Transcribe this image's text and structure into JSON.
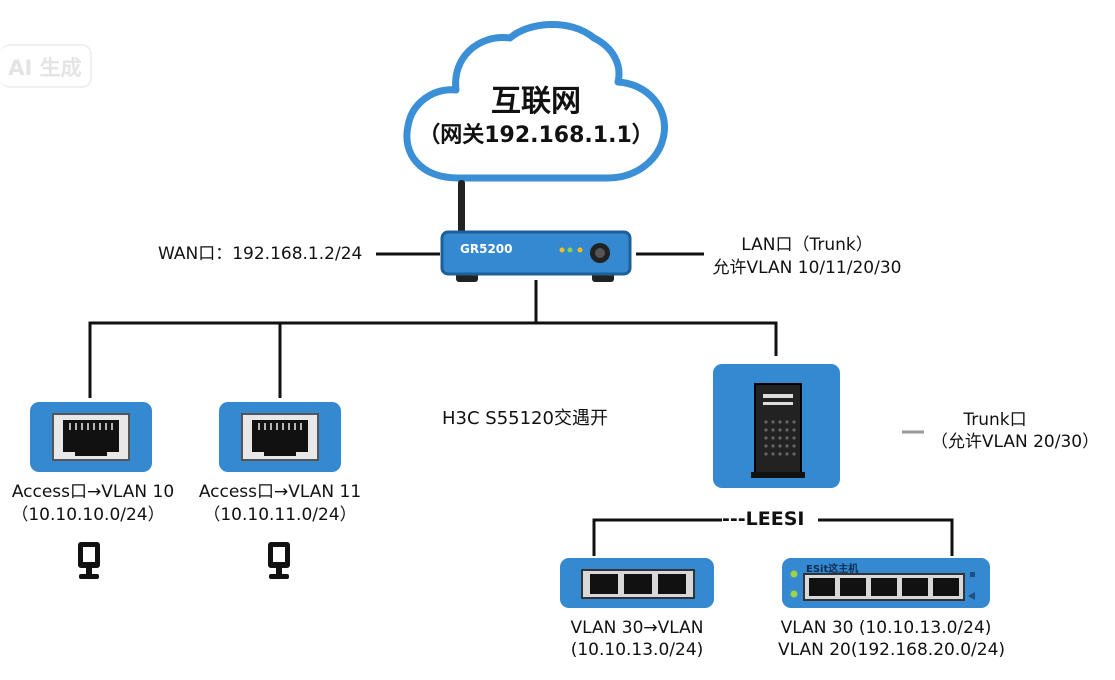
{
  "watermark": "AI 生成",
  "internet": {
    "title": "互联网",
    "subtitle": "（网关192.168.1.1）"
  },
  "router": {
    "model": "GR5200",
    "wan_label": "WAN口：192.168.1.2/24",
    "lan_label_1": "LAN口（Trunk）",
    "lan_label_2": "允许VLAN 10/11/20/30"
  },
  "switch_title": "H3C S55120交遇开",
  "ports": [
    {
      "line1": "Access口→VLAN 10",
      "line2": "（10.10.10.0/24）"
    },
    {
      "line1": "Access口→VLAN 11",
      "line2": "（10.10.11.0/24）"
    }
  ],
  "trunk": {
    "line1": "Trunk口",
    "line2": "（允许VLAN 20/30）"
  },
  "lower_label": "---LEESI",
  "small_switches": [
    {
      "line1": "VLAN 30→VLAN",
      "line2": "(10.10.13.0/24)"
    },
    {
      "badge": "ESit这主机",
      "line1": "VLAN 30 (10.10.13.0/24)",
      "line2": "VLAN 20(192.168.20.0/24)"
    }
  ],
  "colors": {
    "accent": "#3589d0",
    "cloud_stroke": "#3a8fd6",
    "line": "#111111"
  }
}
